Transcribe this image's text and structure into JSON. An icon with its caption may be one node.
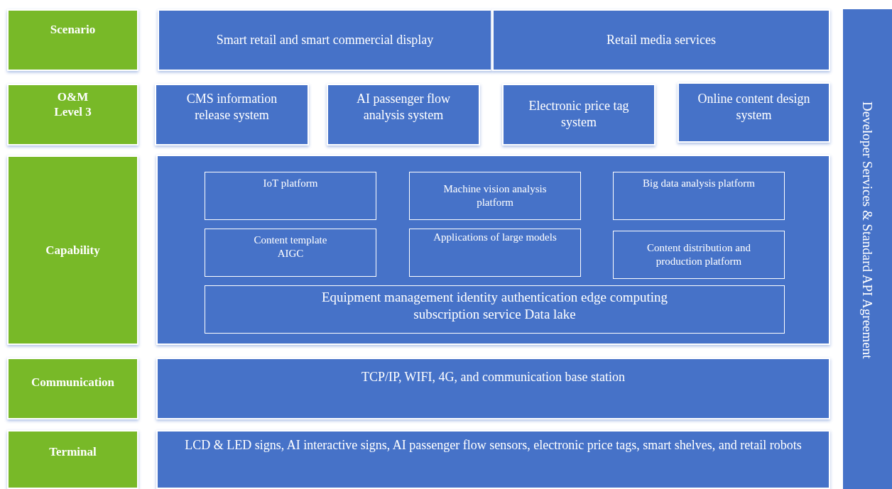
{
  "diagram": {
    "nodes": [
      {
        "text": [
          "Scenario"
        ]
      },
      {
        "text": [
          "Smart retail and smart commercial display"
        ]
      },
      {
        "text": [
          "Retail media services"
        ]
      },
      {
        "text": [
          "O&M Level 3"
        ]
      },
      {
        "text": [
          "CMS information release system"
        ]
      },
      {
        "text": [
          "AI passenger flow analysis system"
        ]
      },
      {
        "text": [
          "Electronic price tag system"
        ]
      },
      {
        "text": [
          "Online content design system"
        ]
      },
      {
        "text": [
          "Capability"
        ]
      },
      {
        "text": [],
        "shape": "box"
      },
      {
        "text": [
          "IoT platform"
        ],
        "in": 9
      },
      {
        "text": [
          "Machine vision analysis platform"
        ],
        "in": 9
      },
      {
        "text": [
          "Big data analysis platform"
        ],
        "in": 9
      },
      {
        "text": [
          "Content template AIGC"
        ],
        "in": 9
      },
      {
        "text": [
          "Applications of large models"
        ],
        "in": 9
      },
      {
        "text": [
          "Content distribution and production platform"
        ],
        "in": 9
      },
      {
        "text": [
          "Equipment management identity authentication edge computing subscription service Data lake"
        ],
        "in": 9
      },
      {
        "text": [
          "Communication"
        ]
      },
      {
        "text": [
          "TCP/IP, WIFI, 4G, and communication base station"
        ]
      },
      {
        "text": [
          "Terminal"
        ]
      },
      {
        "text": [
          "LCD & LED signs, AI interactive signs, AI passenger flow sensors, electronic price tags, smart shelves, and retail robots"
        ]
      },
      {
        "text": [
          "Developer Services & Standard API Agreement"
        ]
      }
    ]
  }
}
